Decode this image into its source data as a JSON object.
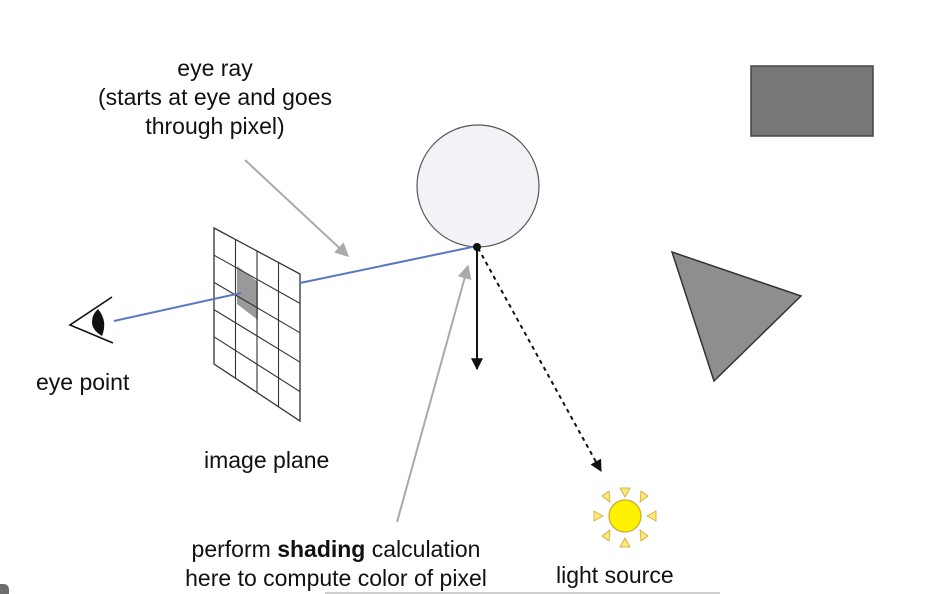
{
  "labels": {
    "eye_ray_line1": "eye ray",
    "eye_ray_line2": "(starts at eye and goes",
    "eye_ray_line3": "through pixel)",
    "eye_point": "eye point",
    "image_plane": "image plane",
    "shading_prefix": "perform ",
    "shading_bold": "shading",
    "shading_suffix": " calculation",
    "shading_line2": "here to compute color of pixel",
    "light_source": "light source"
  },
  "colors": {
    "ray": "#5b76c2",
    "pointer": "#aaaaaa",
    "sphere_fill": "#f3f2f7",
    "rectangle_fill": "#777777",
    "triangle_fill": "#8e8e8e",
    "pixel_highlight": "#999999",
    "sun_fill": "#fff200",
    "sun_rays": "#ffe87a"
  },
  "icons": {
    "eye": "eye-icon",
    "sun": "sun-icon"
  }
}
